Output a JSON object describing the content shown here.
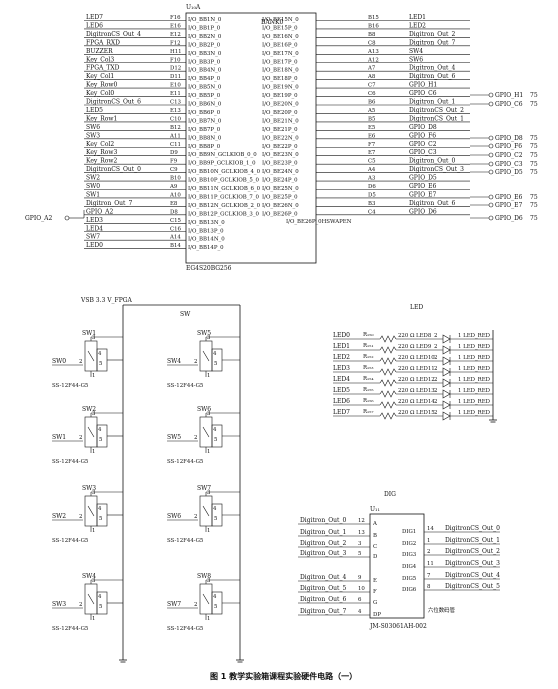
{
  "fpga": {
    "part_label": "U₁₀A",
    "bank": "BANK0",
    "part_number": "EG4S20BG256",
    "left": [
      {
        "net": "LED7",
        "pin": "F16",
        "port": "I/O_BB1N_0"
      },
      {
        "net": "LED6",
        "pin": "E16",
        "port": "I/O_BB1P_0"
      },
      {
        "net": "DigitronCS_Out_4",
        "pin": "E12",
        "port": "I/O_BB2N_0"
      },
      {
        "net": "FPGA_RXD",
        "pin": "F12",
        "port": "I/O_BB2P_0"
      },
      {
        "net": "BUZZER",
        "pin": "H11",
        "port": "I/O_BB3N_0"
      },
      {
        "net": "Key_Col3",
        "pin": "F10",
        "port": "I/O_BB3P_0"
      },
      {
        "net": "FPGA_TXD",
        "pin": "D12",
        "port": "I/O_BB4N_0"
      },
      {
        "net": "Key_Col1",
        "pin": "D11",
        "port": "I/O_BB4P_0"
      },
      {
        "net": "Key_Row0",
        "pin": "E10",
        "port": "I/O_BB5N_0"
      },
      {
        "net": "Key_Col0",
        "pin": "E11",
        "port": "I/O_BB5P_0"
      },
      {
        "net": "DigitronCS_Out_6",
        "pin": "C13",
        "port": "I/O_BB6N_0"
      },
      {
        "net": "LED5",
        "pin": "E13",
        "port": "I/O_BB6P_0"
      },
      {
        "net": "Key_Row1",
        "pin": "C10",
        "port": "I/O_BB7N_0"
      },
      {
        "net": "SW6",
        "pin": "B12",
        "port": "I/O_BB7P_0"
      },
      {
        "net": "SW3",
        "pin": "A11",
        "port": "I/O_BB8N_0"
      },
      {
        "net": "Key_Col2",
        "pin": "C11",
        "port": "I/O_BB8P_0"
      },
      {
        "net": "Key_Row3",
        "pin": "D9",
        "port": "I/O_BB9N_GCLKIOB_0_0"
      },
      {
        "net": "Key_Row2",
        "pin": "F9",
        "port": "I/O_BB9P_GCLKIOB_1_0"
      },
      {
        "net": "DigitronCS_Out_0",
        "pin": "C9",
        "port": "I/O_BB10N_GCLKIOB_4_0"
      },
      {
        "net": "SW2",
        "pin": "B10",
        "port": "I/O_BB10P_GCLKIOB_5_0"
      },
      {
        "net": "SW0",
        "pin": "A9",
        "port": "I/O_BB11N_GCLKIOB_6_0"
      },
      {
        "net": "SW1",
        "pin": "A10",
        "port": "I/O_BB11P_GCLKIOB_7_0"
      },
      {
        "net": "Digitron_Out_7",
        "pin": "E8",
        "port": "I/O_BB12N_GCLKIOB_2_0"
      },
      {
        "net": "GPIO_A2",
        "pin": "D8",
        "port": "I/O_BB12P_GCLKIOB_3_0"
      },
      {
        "net": "LED3",
        "pin": "C15",
        "port": "I/O_BB13N_0"
      },
      {
        "net": "LED4",
        "pin": "C16",
        "port": "I/O_BB13P_0"
      },
      {
        "net": "SW7",
        "pin": "A14",
        "port": "I/O_BB14N_0"
      },
      {
        "net": "LED0",
        "pin": "B14",
        "port": "I/O_BB14P_0"
      }
    ],
    "right": [
      {
        "net": "LED1",
        "pin": "B15",
        "port": "I/O_BE15N_0"
      },
      {
        "net": "LED2",
        "pin": "B16",
        "port": "I/O_BE15P_0"
      },
      {
        "net": "Digitron_Out_2",
        "pin": "B8",
        "port": "I/O_BE16N_0"
      },
      {
        "net": "Digitron_Out_7",
        "pin": "C8",
        "port": "I/O_BE16P_0"
      },
      {
        "net": "SW4",
        "pin": "A13",
        "port": "I/O_BE17N_0"
      },
      {
        "net": "SW6",
        "pin": "A12",
        "port": "I/O_BE17P_0"
      },
      {
        "net": "Digitron_Out_4",
        "pin": "A7",
        "port": "I/O_BE18N_0"
      },
      {
        "net": "Digitron_Out_6",
        "pin": "A8",
        "port": "I/O_BE18P_0"
      },
      {
        "net": "GPIO_H1",
        "pin": "C7",
        "port": "I/O_BE19N_0"
      },
      {
        "net": "GPIO_C6",
        "pin": "C6",
        "port": "I/O_BE19P_0"
      },
      {
        "net": "Digitron_Out_1",
        "pin": "B6",
        "port": "I/O_BE20N_0"
      },
      {
        "net": "DigitronCS_Out_2",
        "pin": "A5",
        "port": "I/O_BE20P_0"
      },
      {
        "net": "DigitronCS_Out_1",
        "pin": "B5",
        "port": "I/O_BE21N_0"
      },
      {
        "net": "GPIO_D8",
        "pin": "E5",
        "port": "I/O_BE21P_0"
      },
      {
        "net": "GPIO_F6",
        "pin": "E6",
        "port": "I/O_BE22N_0"
      },
      {
        "net": "GPIO_C2",
        "pin": "F7",
        "port": "I/O_BE22P_0"
      },
      {
        "net": "GPIO_C3",
        "pin": "E7",
        "port": "I/O_BE23N_0"
      },
      {
        "net": "Digitron_Out_0",
        "pin": "C5",
        "port": "I/O_BE23P_0"
      },
      {
        "net": "DigitronCS_Out_3",
        "pin": "A4",
        "port": "I/O_BE24N_0"
      },
      {
        "net": "GPIO_D5",
        "pin": "A3",
        "port": "I/O_BE24P_0"
      },
      {
        "net": "GPIO_E6",
        "pin": "D6",
        "port": "I/O_BE25N_0"
      },
      {
        "net": "GPIO_E7",
        "pin": "D5",
        "port": "I/O_BE25P_0"
      },
      {
        "net": "Digitron_Out_6",
        "pin": "B3",
        "port": "I/O_BE26N_0"
      },
      {
        "net": "GPIO_D6",
        "pin": "C4",
        "port": "I/O_BE26P_0"
      }
    ],
    "extra_right_port": "I/O_BE26P_0HSWAPEN",
    "left_gpio_ext": "GPIO_A2",
    "right_gpio_ext": [
      {
        "name": "GPIO_H1",
        "pin": "75"
      },
      {
        "name": "GPIO_C6",
        "pin": "75"
      },
      {
        "name": "GPIO_D8",
        "pin": "75"
      },
      {
        "name": "GPIO_F6",
        "pin": "75"
      },
      {
        "name": "GPIO_C2",
        "pin": "75"
      },
      {
        "name": "GPIO_C3",
        "pin": "75"
      },
      {
        "name": "GPIO_D5",
        "pin": "75"
      },
      {
        "name": "GPIO_E6",
        "pin": "75"
      },
      {
        "name": "GPIO_E7",
        "pin": "75"
      },
      {
        "name": "GPIO_D6",
        "pin": "75"
      }
    ]
  },
  "sw": {
    "supply": "VSB 3.3 V_FPGA",
    "title": "SW",
    "part": "SS-12F44-G5",
    "left": [
      "SW0",
      "SW1",
      "SW2",
      "SW3"
    ],
    "right": [
      "SW4",
      "SW5",
      "SW6",
      "SW7"
    ],
    "refs_left": [
      "SW1",
      "SW2",
      "SW3",
      "SW4"
    ],
    "refs_right": [
      "SW5",
      "SW6",
      "SW7",
      "SW8"
    ]
  },
  "led": {
    "title": "LED",
    "rows": [
      {
        "net": "LED0",
        "res": "R₁₅₀",
        "value": "220 Ω",
        "led": "LED8",
        "pin": "2",
        "part": "1 LED_RED"
      },
      {
        "net": "LED1",
        "res": "R₁₅₁",
        "value": "220 Ω",
        "led": "LED9",
        "pin": "2",
        "part": "1 LED_RED"
      },
      {
        "net": "LED2",
        "res": "R₁₅₂",
        "value": "220 Ω",
        "led": "LED10",
        "pin": "2",
        "part": "1 LED_RED"
      },
      {
        "net": "LED3",
        "res": "R₁₅₃",
        "value": "220 Ω",
        "led": "LED11",
        "pin": "2",
        "part": "1 LED_RED"
      },
      {
        "net": "LED4",
        "res": "R₁₅₄",
        "value": "220 Ω",
        "led": "LED12",
        "pin": "2",
        "part": "1 LED_RED"
      },
      {
        "net": "LED5",
        "res": "R₁₅₅",
        "value": "220 Ω",
        "led": "LED13",
        "pin": "2",
        "part": "1 LED_RED"
      },
      {
        "net": "LED6",
        "res": "R₁₅₆",
        "value": "220 Ω",
        "led": "LED14",
        "pin": "2",
        "part": "1 LED_RED"
      },
      {
        "net": "LED7",
        "res": "R₁₅₇",
        "value": "220 Ω",
        "led": "LED15",
        "pin": "2",
        "part": "1 LED_RED"
      }
    ]
  },
  "dig": {
    "title": "DIG",
    "ref": "U₁₁",
    "part": "JM-S03061AH-002",
    "desc": "六位数码管",
    "inputs": [
      {
        "net": "Digitron_Out_0",
        "pin": "12",
        "port": "A"
      },
      {
        "net": "Digitron_Out_1",
        "pin": "13",
        "port": "B"
      },
      {
        "net": "Digitron_Out_2",
        "pin": "3",
        "port": "C"
      },
      {
        "net": "Digitron_Out_3",
        "pin": "5",
        "port": "D"
      },
      {
        "net": "Digitron_Out_4",
        "pin": "9",
        "port": "E"
      },
      {
        "net": "Digitron_Out_5",
        "pin": "10",
        "port": "F"
      },
      {
        "net": "Digitron_Out_6",
        "pin": "6",
        "port": "G"
      },
      {
        "net": "Digitron_Out_7",
        "pin": "4",
        "port": "DP"
      }
    ],
    "outputs": [
      {
        "net": "DigitronCS_Out_0",
        "pin": "14",
        "port": "DIG1"
      },
      {
        "net": "DigitronCS_Out_1",
        "pin": "1",
        "port": "DIG2"
      },
      {
        "net": "DigitronCS_Out_2",
        "pin": "2",
        "port": "DIG3"
      },
      {
        "net": "DigitronCS_Out_3",
        "pin": "11",
        "port": "DIG4"
      },
      {
        "net": "DigitronCS_Out_4",
        "pin": "7",
        "port": "DIG5"
      },
      {
        "net": "DigitronCS_Out_5",
        "pin": "8",
        "port": "DIG6"
      }
    ]
  },
  "caption": "图 1   教学实验箱课程实验硬件电路（一）"
}
